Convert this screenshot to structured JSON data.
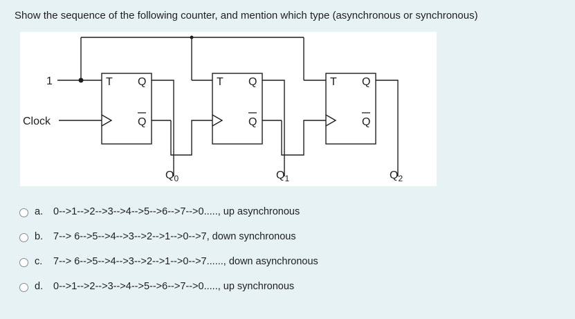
{
  "question": "Show the sequence of the following counter, and mention which type (asynchronous or synchronous)",
  "circuit": {
    "input_one": "1",
    "clock": "Clock",
    "ff_t": "T",
    "ff_q": "Q",
    "ff_qbar": "Q",
    "outputs": [
      {
        "base": "Q",
        "sub": "0"
      },
      {
        "base": "Q",
        "sub": "1"
      },
      {
        "base": "Q",
        "sub": "2"
      }
    ]
  },
  "options": [
    {
      "letter": "a.",
      "text": "0-->1-->2-->3-->4-->5-->6-->7-->0....., up asynchronous"
    },
    {
      "letter": "b.",
      "text": "7--> 6-->5-->4-->3-->2-->1-->0-->7, down synchronous"
    },
    {
      "letter": "c.",
      "text": "7--> 6-->5-->4-->3-->2-->1-->0-->7......, down asynchronous"
    },
    {
      "letter": "d.",
      "text": "0-->1-->2-->3-->4-->5-->6-->7-->0....., up synchronous"
    }
  ]
}
